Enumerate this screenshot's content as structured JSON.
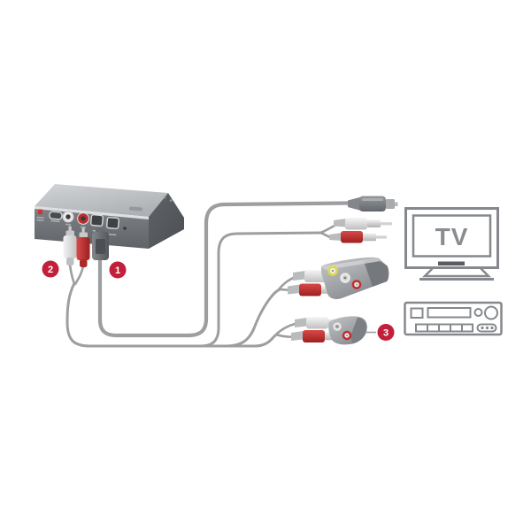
{
  "callouts": [
    {
      "number": "1"
    },
    {
      "number": "2"
    },
    {
      "number": "3"
    }
  ],
  "tv": {
    "label": "TV"
  },
  "icons": {
    "device": "audio-converter-box",
    "cable1": "optical-toslink-cable",
    "cable2": "rca-stereo-white-red-cable",
    "adapter_mid": "av-adapter-yellow-white-red",
    "adapter_3": "rca-coupler-adapter",
    "tv": "tv-outline-icon",
    "receiver": "stereo-receiver-outline-icon"
  },
  "colors": {
    "callout_red": "#c2203a",
    "cable_gray": "#9c9ea0",
    "outline_gray": "#85888c",
    "rca_red": "#bf2e2e",
    "rca_white": "#e6e6e6",
    "jack_yellow": "#ddd94f",
    "device_front_gray": "#6e7175",
    "screen_dash_dark": "#5a5d60"
  }
}
